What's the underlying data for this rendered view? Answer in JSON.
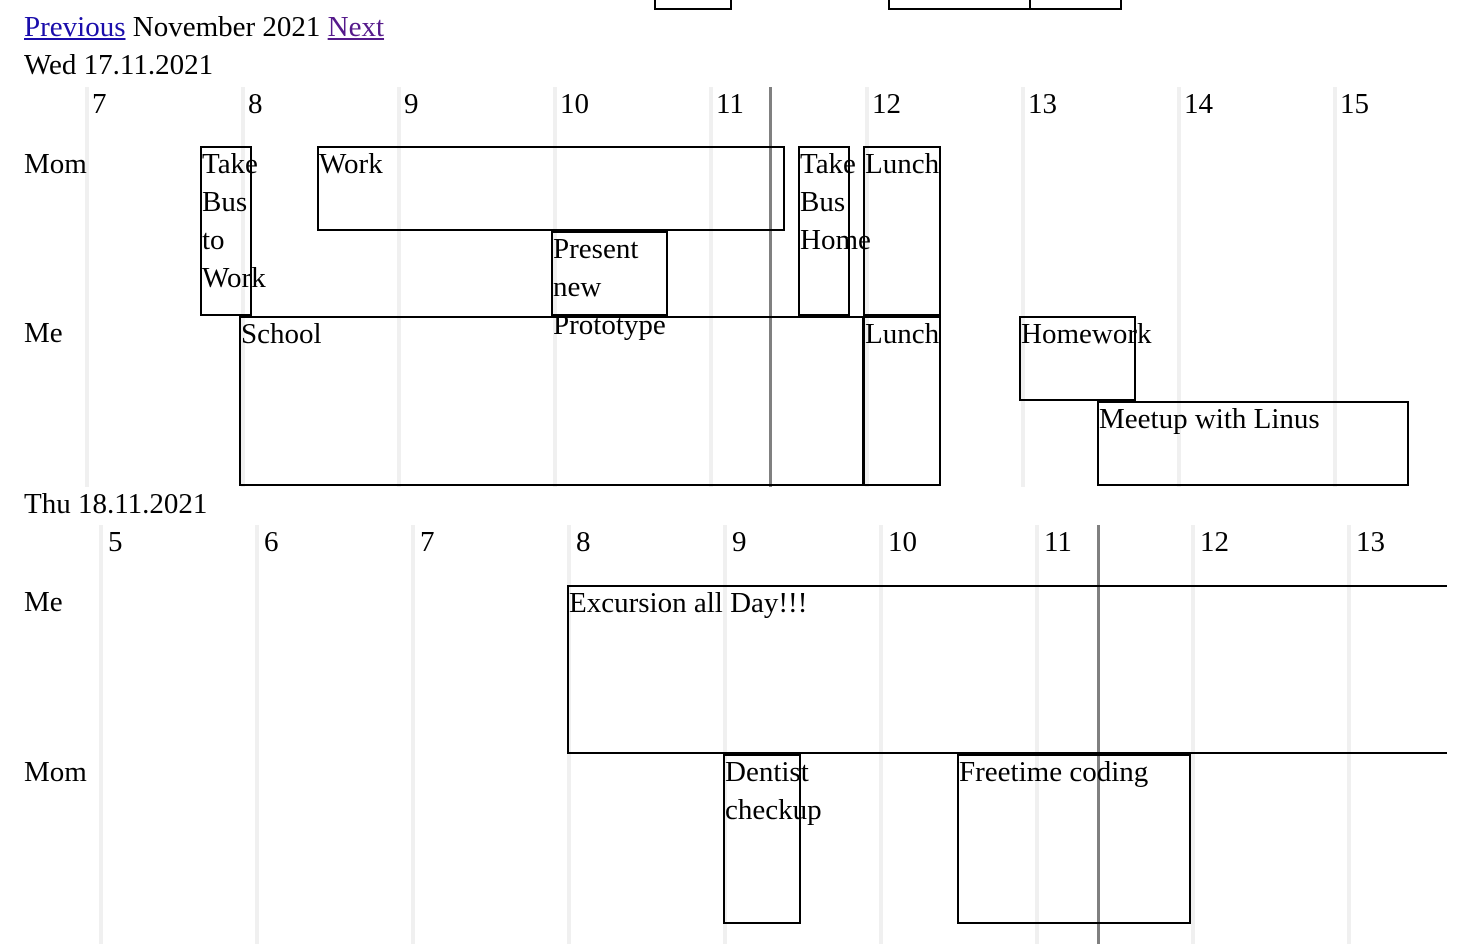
{
  "navigation": {
    "previous_label": "Previous",
    "month_label": "November 2021",
    "next_label": "Next"
  },
  "days": [
    {
      "date_label": "Wed 17.11.2021",
      "hours": [
        "7",
        "8",
        "9",
        "10",
        "11",
        "12",
        "13",
        "14",
        "15"
      ],
      "rows": [
        {
          "person": "Mom",
          "events": [
            "Take Bus to Work",
            "Work",
            "Present new Prototype",
            "Take Bus Home",
            "Lunch"
          ]
        },
        {
          "person": "Me",
          "events": [
            "School",
            "Lunch",
            "Homework",
            "Meetup with Linus"
          ]
        }
      ]
    },
    {
      "date_label": "Thu 18.11.2021",
      "hours": [
        "5",
        "6",
        "7",
        "8",
        "9",
        "10",
        "11",
        "12",
        "13"
      ],
      "rows": [
        {
          "person": "Me",
          "events": [
            "Excursion all Day!!!"
          ]
        },
        {
          "person": "Mom",
          "events": [
            "Dentist checkup",
            "Freetime coding"
          ]
        }
      ]
    }
  ]
}
